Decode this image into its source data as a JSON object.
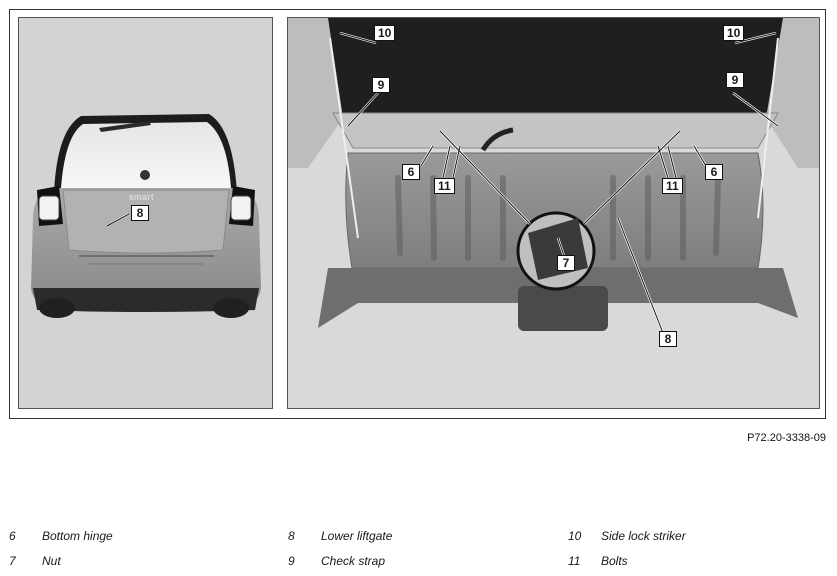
{
  "callouts": {
    "left_8": "8",
    "right_10a": "10",
    "right_10b": "10",
    "right_9a": "9",
    "right_9b": "9",
    "right_6a": "6",
    "right_6b": "6",
    "right_11a": "11",
    "right_11b": "11",
    "right_7": "7",
    "right_8": "8"
  },
  "car": {
    "badge_text": "smart"
  },
  "figure_ref": "P72.20-3338-09",
  "legend": [
    {
      "num": "6",
      "label": "Bottom hinge"
    },
    {
      "num": "7",
      "label": "Nut"
    },
    {
      "num": "8",
      "label": "Lower liftgate"
    },
    {
      "num": "9",
      "label": "Check strap"
    },
    {
      "num": "10",
      "label": "Side lock striker"
    },
    {
      "num": "11",
      "label": "Bolts"
    }
  ]
}
